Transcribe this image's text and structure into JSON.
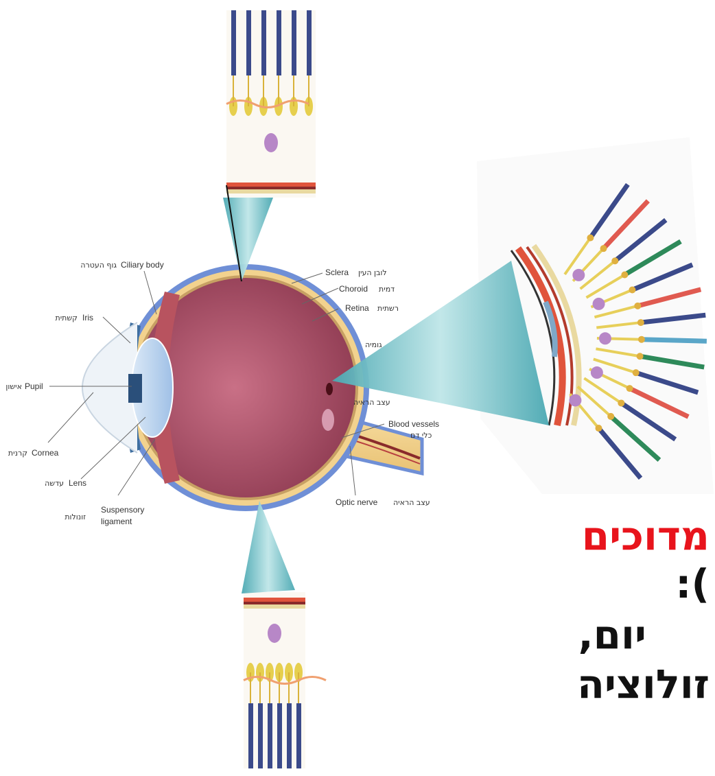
{
  "colors": {
    "sclera": "#6f8fd6",
    "choroid": "#f2d28e",
    "vitreous": "#a64a62",
    "cone_red": "#e05a50",
    "cone_green": "#2e8a5a",
    "rod_blue": "#3b4a8a",
    "beam": "#6ec1c8",
    "heading_red": "#e8141c"
  },
  "labels": {
    "ciliary_body": "Ciliary body",
    "ciliary_body_he": "גוף העטרה",
    "iris": "Iris",
    "iris_he": "קשתית",
    "pupil": "Pupil",
    "pupil_he": "אישון",
    "cornea": "Cornea",
    "cornea_he": "קרנית",
    "lens": "Lens",
    "lens_he": "עדשה",
    "suspensory_1": "Suspensory",
    "suspensory_2": "ligament",
    "suspensory_he": "זונולות",
    "sclera": "Sclera",
    "sclera_he": "לובן העין",
    "choroid": "Choroid",
    "choroid_he": "דמית",
    "retina": "Retina",
    "retina_he": "רשתית",
    "fovea_he": "גומיה",
    "optic_disc_he": "עצב הראיה",
    "blood_vessels": "Blood vessels",
    "blood_vessels_he": "כלי דם",
    "optic_nerve": "Optic nerve",
    "optic_nerve_he": "עצב הראיה"
  },
  "overlay_text": {
    "line1": "מדוכים",
    "line2": "):",
    "line3": "יום,",
    "line4": "זולוציה"
  }
}
